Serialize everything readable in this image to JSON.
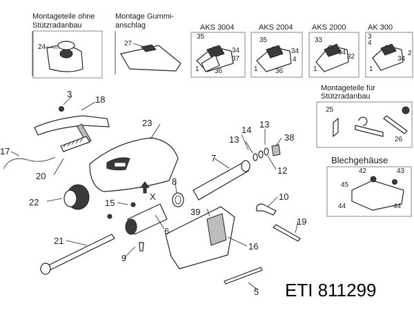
{
  "insets": {
    "montageteile_ohne": "Montageteile ohne Stützradanbau",
    "montageteile_ohne_line1": "Montageteile ohne",
    "montageteile_ohne_line2": "Stützradanbau",
    "gummi_line1": "Montage Gummi-",
    "gummi_line2": "anschlag",
    "aks3004": "AKS 3004",
    "aks2004": "AKS 2004",
    "aks2000": "AKS 2000",
    "ak300": "AK 300",
    "stuetz_line1": "Montageteile für",
    "stuetz_line2": "Stützradanbau",
    "blech": "Blechgehäuse"
  },
  "callouts": {
    "c24": "24",
    "c27": "27",
    "a35": "35",
    "a34": "34",
    "a37": "37",
    "a1": "1",
    "a36": "36",
    "b35": "35",
    "b34": "34",
    "b4": "4",
    "b1": "1",
    "b36": "36",
    "c33": "33",
    "c34": "34",
    "c32": "32",
    "c1": "1",
    "d3": "3",
    "d4": "4",
    "d34": "34",
    "d2": "2",
    "d1": "1",
    "m3": "3",
    "m18": "18",
    "m23": "23",
    "m17": "17",
    "m20": "20",
    "m22": "22",
    "m15": "15",
    "m6": "6",
    "m8": "8",
    "mX": "X",
    "m14": "14",
    "m13a": "13",
    "m13b": "13",
    "m38": "38",
    "m12": "12",
    "m7": "7",
    "m10": "10",
    "m39": "39",
    "m21": "21",
    "m9": "9",
    "m16": "16",
    "m19": "19",
    "m5": "5",
    "s25": "25",
    "s26": "26",
    "g42": "42",
    "g43": "43",
    "g45": "45",
    "g44a": "44",
    "g44b": "44"
  },
  "reference": "ETI 811299"
}
